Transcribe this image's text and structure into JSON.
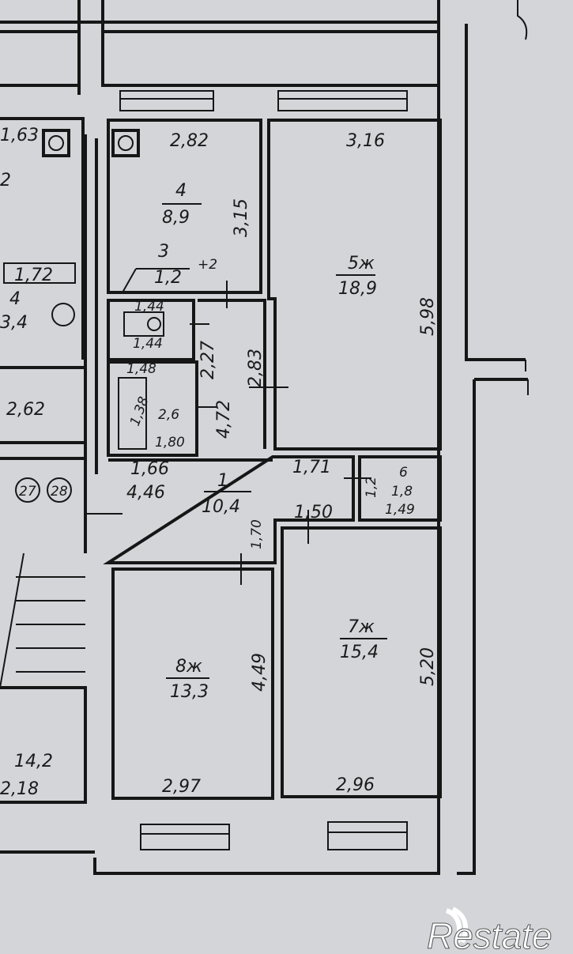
{
  "rooms": {
    "kitchen": {
      "number": "4",
      "area": "8,9",
      "width": "2,82",
      "length": "3,15"
    },
    "closet": {
      "number": "3",
      "area": "1,2",
      "note": "+2"
    },
    "room5": {
      "number": "5ж",
      "area": "18,9",
      "width": "3,16",
      "length": "5,98"
    },
    "hall": {
      "number": "1",
      "area": "10,4",
      "d1": "1,66",
      "d2": "4,46",
      "d3": "1,71",
      "d4": "1,50",
      "d5": "1,70",
      "d6": "2,83",
      "d7": "4,72",
      "d8": "2,27"
    },
    "toilet": {
      "width": "1,44",
      "len": "1,44"
    },
    "bath": {
      "width": "1,48",
      "len": "1,80",
      "area": "2,6",
      "tub": "1,38"
    },
    "storage6": {
      "number": "6",
      "area": "1,8",
      "width": "1,49",
      "len": "1,2"
    },
    "room7": {
      "number": "7ж",
      "area": "15,4",
      "length": "5,20",
      "width": "2,96"
    },
    "room8": {
      "number": "8ж",
      "area": "13,3",
      "length": "4,49",
      "width": "2,97"
    },
    "neighbor": {
      "d1": "1,63",
      "d2": "2",
      "d3": "1,72",
      "n": "4",
      "a": "3,4",
      "d4": "2,62",
      "e1": "27",
      "e2": "28",
      "a2": "14,2",
      "d5": "2,18"
    }
  },
  "watermark": {
    "brand": "Restate"
  }
}
